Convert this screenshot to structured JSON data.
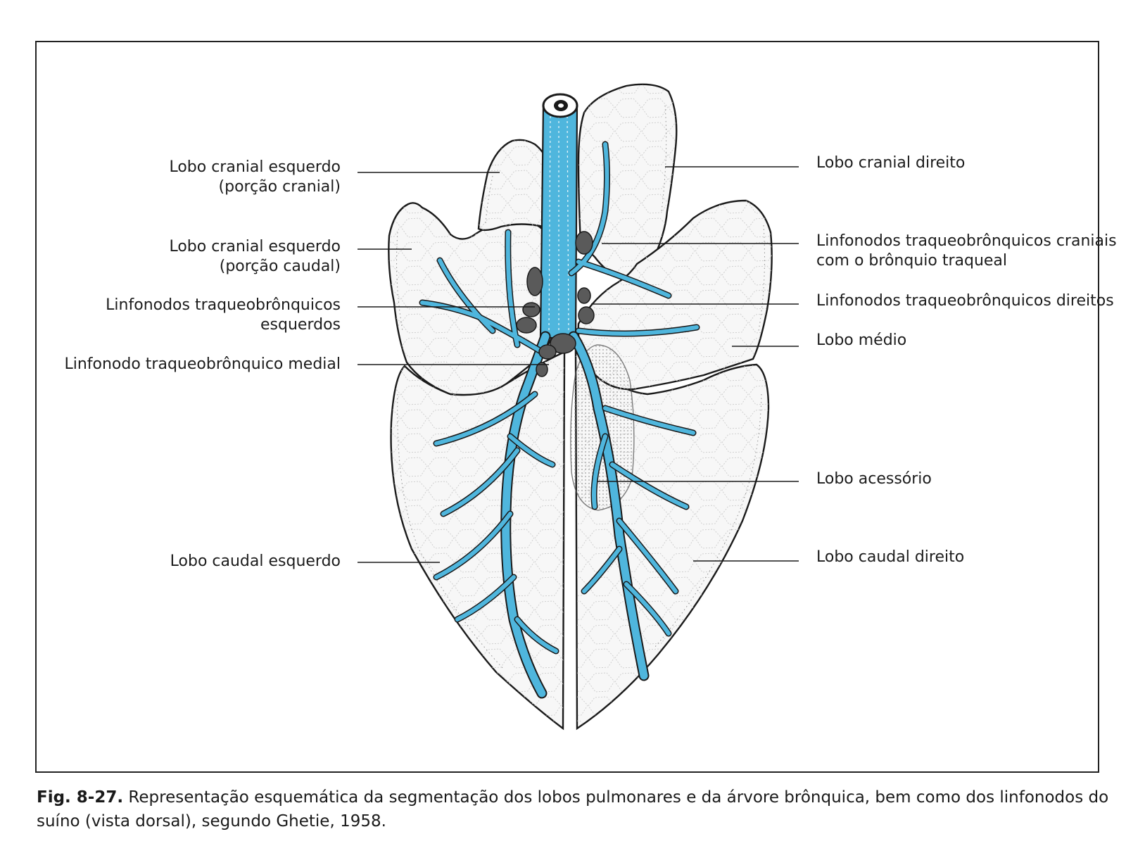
{
  "labels": {
    "left": {
      "cranial_esq_cranial": [
        "Lobo cranial esquerdo",
        "(porção cranial)"
      ],
      "cranial_esq_caudal": [
        "Lobo cranial esquerdo",
        "(porção caudal)"
      ],
      "linf_esq": [
        "Linfonodos traqueobrônquicos",
        "esquerdos"
      ],
      "linf_medial": "Linfonodo traqueobrônquico medial",
      "caudal_esq": "Lobo caudal esquerdo"
    },
    "right": {
      "cranial_dir": "Lobo cranial direito",
      "linf_craniais": [
        "Linfonodos traqueobrônquicos craniais",
        "com o brônquio traqueal"
      ],
      "linf_dir": "Linfonodos traqueobrônquicos direitos",
      "medio": "Lobo médio",
      "acessorio": "Lobo acessório",
      "caudal_dir": "Lobo caudal direito"
    }
  },
  "caption": {
    "fig": "Fig. 8-27.",
    "text": " Representação esquemática da segmentação dos lobos pulmonares e da árvore brônquica, bem como dos linfonodos do suíno (vista dorsal), segundo Ghetie, 1958."
  },
  "colors": {
    "bronchi": "#4fb6dd",
    "outline": "#1a1a1a",
    "node": "#555555",
    "accessory": "#cfcfcf"
  }
}
